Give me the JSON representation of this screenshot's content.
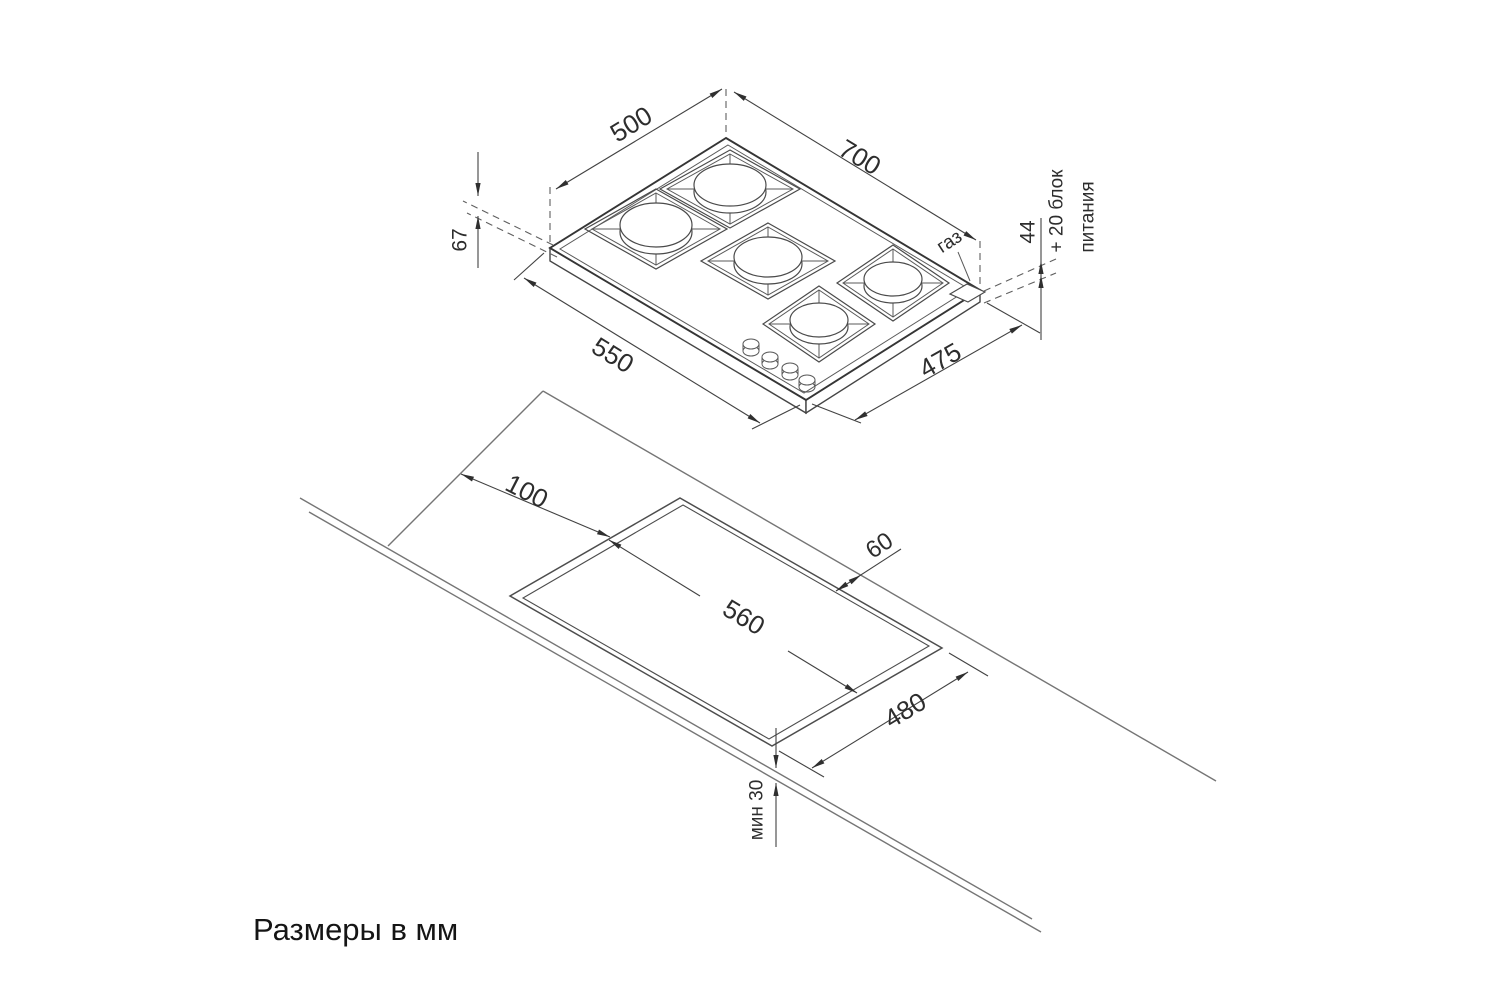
{
  "caption": "Размеры в мм",
  "hob_view": {
    "depth_label": "500",
    "width_label": "700",
    "height_label": "67",
    "body_length_label": "550",
    "body_width_label": "475",
    "gas_connection_label": "газ",
    "connection_height_label": "44",
    "power_note_line1": "+ 20 блок",
    "power_note_line2": "питания"
  },
  "cutout_view": {
    "left_clearance_label": "100",
    "back_clearance_label": "60",
    "cutout_length_label": "560",
    "cutout_width_label": "480",
    "front_clearance_label": "мин 30"
  }
}
